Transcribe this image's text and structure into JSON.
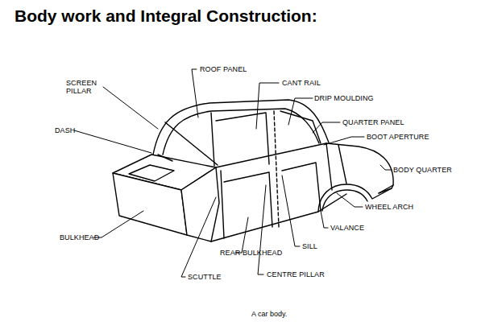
{
  "diagram": {
    "title": "Body work and Integral Construction:",
    "caption": "A car body.",
    "labels": [
      "SCREEN PILLAR",
      "ROOF PANEL",
      "CANT RAIL",
      "DRIP MOULDING",
      "QUARTER PANEL",
      "DASH",
      "BOOT APERTURE",
      "BODY QUARTER",
      "WHEEL ARCH",
      "VALANCE",
      "BULKHEAD",
      "SILL",
      "REAR BULKHEAD",
      "SCUTTLE",
      "CENTRE PILLAR"
    ]
  }
}
